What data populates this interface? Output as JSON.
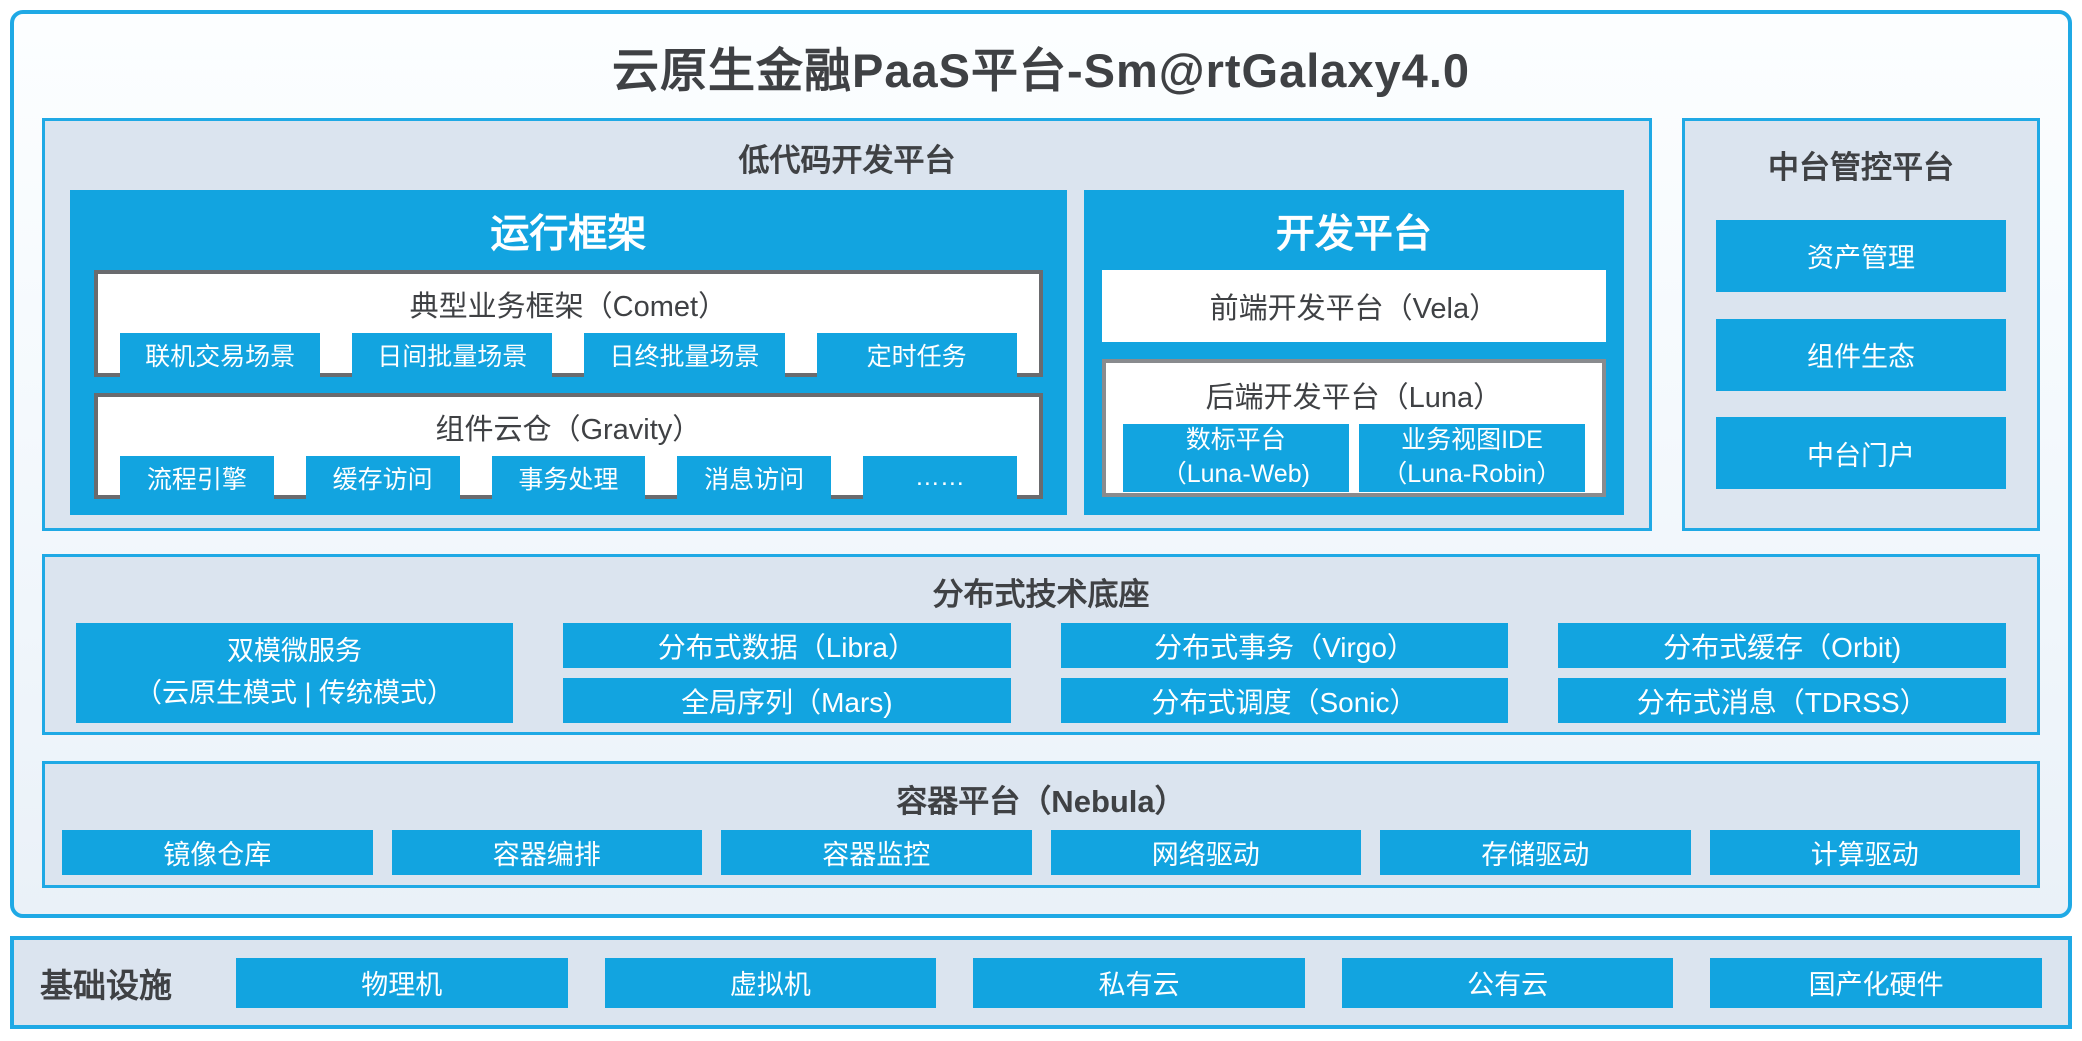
{
  "title": "云原生金融PaaS平台-Sm@rtGalaxy4.0",
  "low_code": {
    "title": "低代码开发平台",
    "runtime": {
      "title": "运行框架",
      "comet": {
        "title": "典型业务框架（Comet）",
        "items": [
          "联机交易场景",
          "日间批量场景",
          "日终批量场景",
          "定时任务"
        ]
      },
      "gravity": {
        "title": "组件云仓（Gravity）",
        "items": [
          "流程引擎",
          "缓存访问",
          "事务处理",
          "消息访问",
          "……"
        ]
      }
    },
    "dev": {
      "title": "开发平台",
      "vela": "前端开发平台（Vela）",
      "luna": {
        "title": "后端开发平台（Luna）",
        "items": [
          {
            "line1": "数标平台",
            "line2": "（Luna-Web)"
          },
          {
            "line1": "业务视图IDE",
            "line2": "（Luna-Robin）"
          }
        ]
      }
    }
  },
  "mid_platform": {
    "title": "中台管控平台",
    "items": [
      "资产管理",
      "组件生态",
      "中台门户"
    ]
  },
  "distributed": {
    "title": "分布式技术底座",
    "dual_mode": {
      "line1": "双模微服务",
      "line2": "（云原生模式 | 传统模式）"
    },
    "columns": [
      {
        "top": "分布式数据（Libra）",
        "bottom": "全局序列（Mars)"
      },
      {
        "top": "分布式事务（Virgo）",
        "bottom": "分布式调度（Sonic）"
      },
      {
        "top": "分布式缓存（Orbit)",
        "bottom": "分布式消息（TDRSS）"
      }
    ]
  },
  "container_platform": {
    "title": "容器平台（Nebula）",
    "items": [
      "镜像仓库",
      "容器编排",
      "容器监控",
      "网络驱动",
      "存储驱动",
      "计算驱动"
    ]
  },
  "infrastructure": {
    "title": "基础设施",
    "items": [
      "物理机",
      "虚拟机",
      "私有云",
      "公有云",
      "国产化硬件"
    ]
  },
  "colors": {
    "blue": "#12A4E0",
    "border": "#1FA9E5",
    "panel_bg": "#DBE4EF",
    "dark_text": "#3F4144",
    "box_border_dark": "#6A6B6E",
    "box_border_gray": "#898B8E",
    "white": "#FFFFFF"
  }
}
